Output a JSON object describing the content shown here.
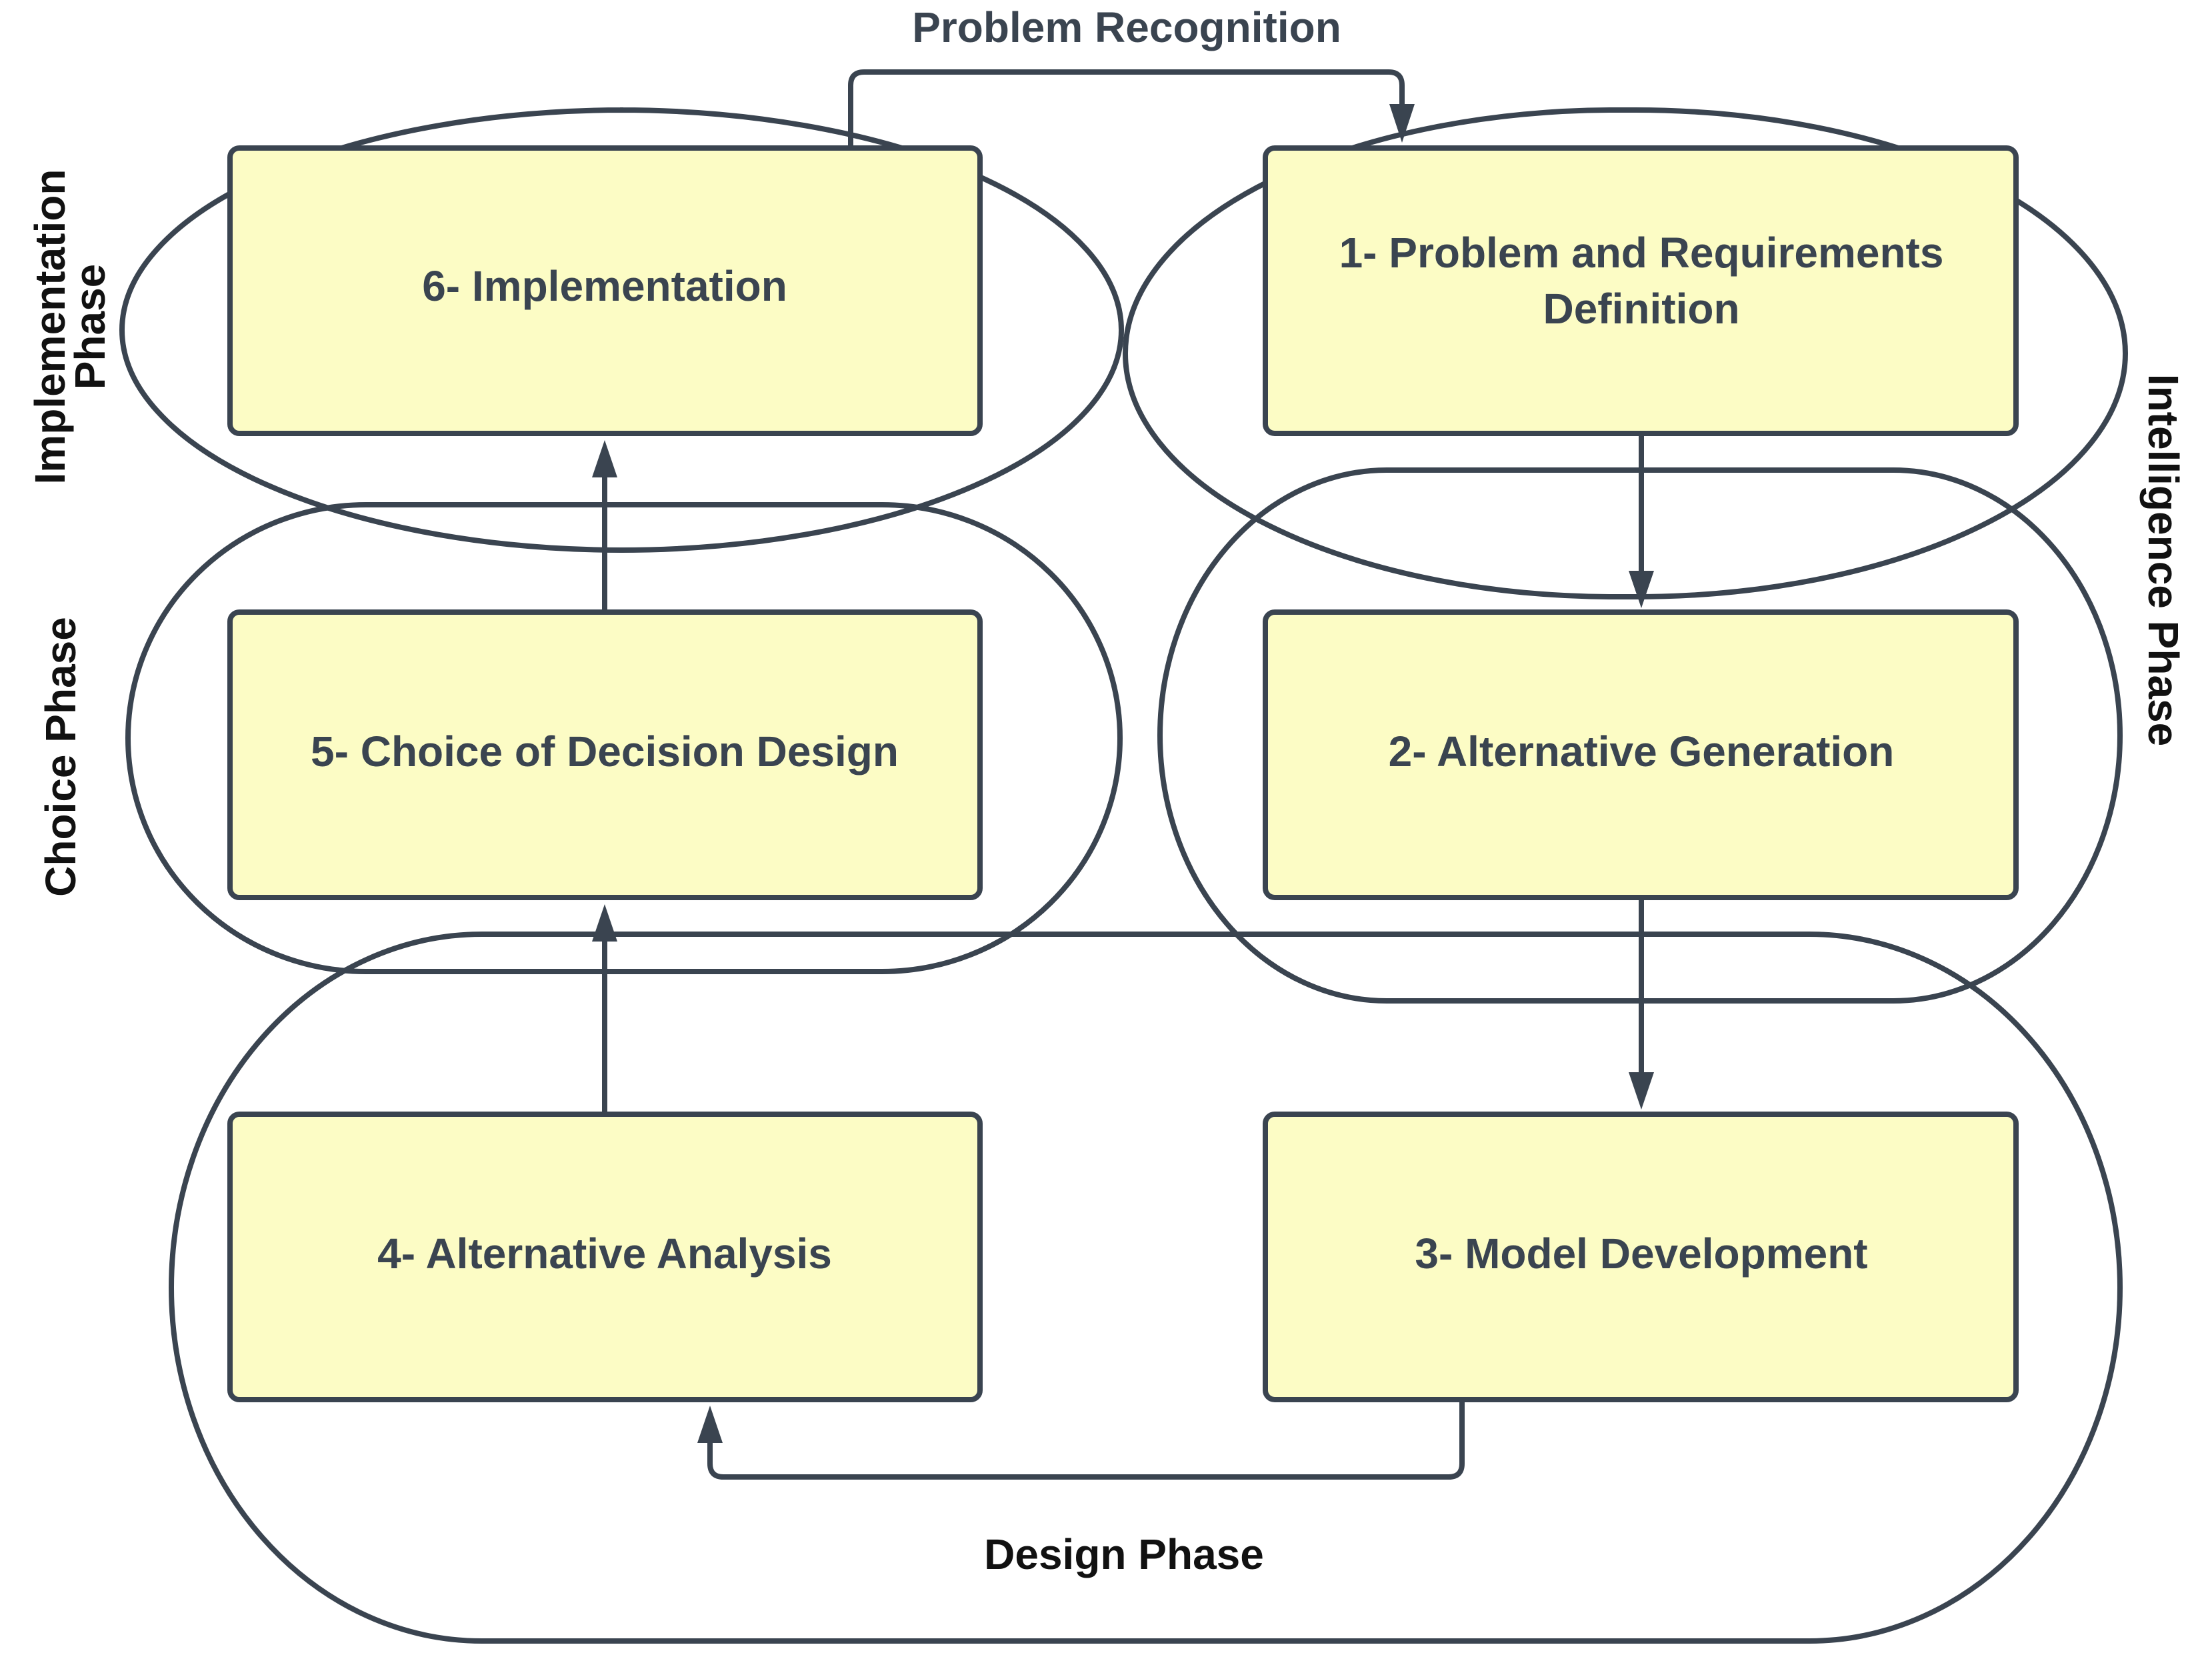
{
  "steps": {
    "s1": {
      "line1": "1- Problem and Requirements",
      "line2": "Definition"
    },
    "s2": "2- Alternative Generation",
    "s3": "3- Model Development",
    "s4": "4- Alternative Analysis",
    "s5": "5- Choice of Decision Design",
    "s6": "6- Implementation"
  },
  "phases": {
    "implementation": {
      "line1": "Implementation",
      "line2": "Phase"
    },
    "choice": "Choice Phase",
    "intelligence": "Intelligence Phase",
    "design": "Design Phase"
  },
  "feedback_label": "Problem Recognition",
  "colors": {
    "box_fill": "#fcfcc5",
    "stroke": "#3a4450",
    "phase_text": "#111111"
  }
}
